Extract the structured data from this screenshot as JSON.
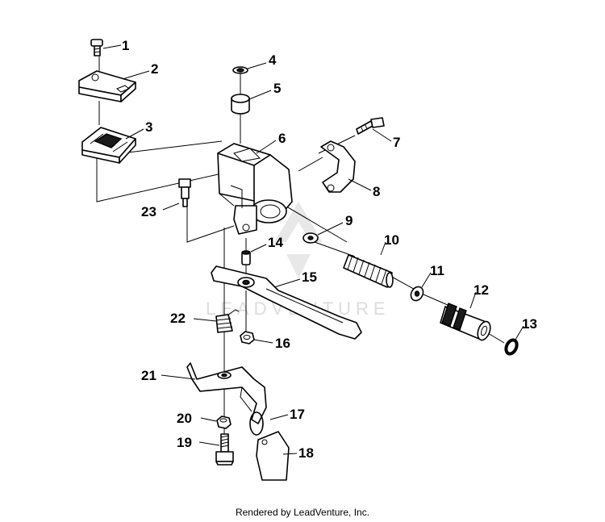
{
  "watermark": {
    "text": "LEADVENTURE"
  },
  "footer": {
    "text": "Rendered by LeadVenture, Inc."
  },
  "callouts": {
    "c1": "1",
    "c2": "2",
    "c3": "3",
    "c4": "4",
    "c5": "5",
    "c6": "6",
    "c7": "7",
    "c8": "8",
    "c9": "9",
    "c10": "10",
    "c11": "11",
    "c12": "12",
    "c13": "13",
    "c14": "14",
    "c15": "15",
    "c16": "16",
    "c17": "17",
    "c18": "18",
    "c19": "19",
    "c20": "20",
    "c21": "21",
    "c22": "22",
    "c23": "23"
  }
}
